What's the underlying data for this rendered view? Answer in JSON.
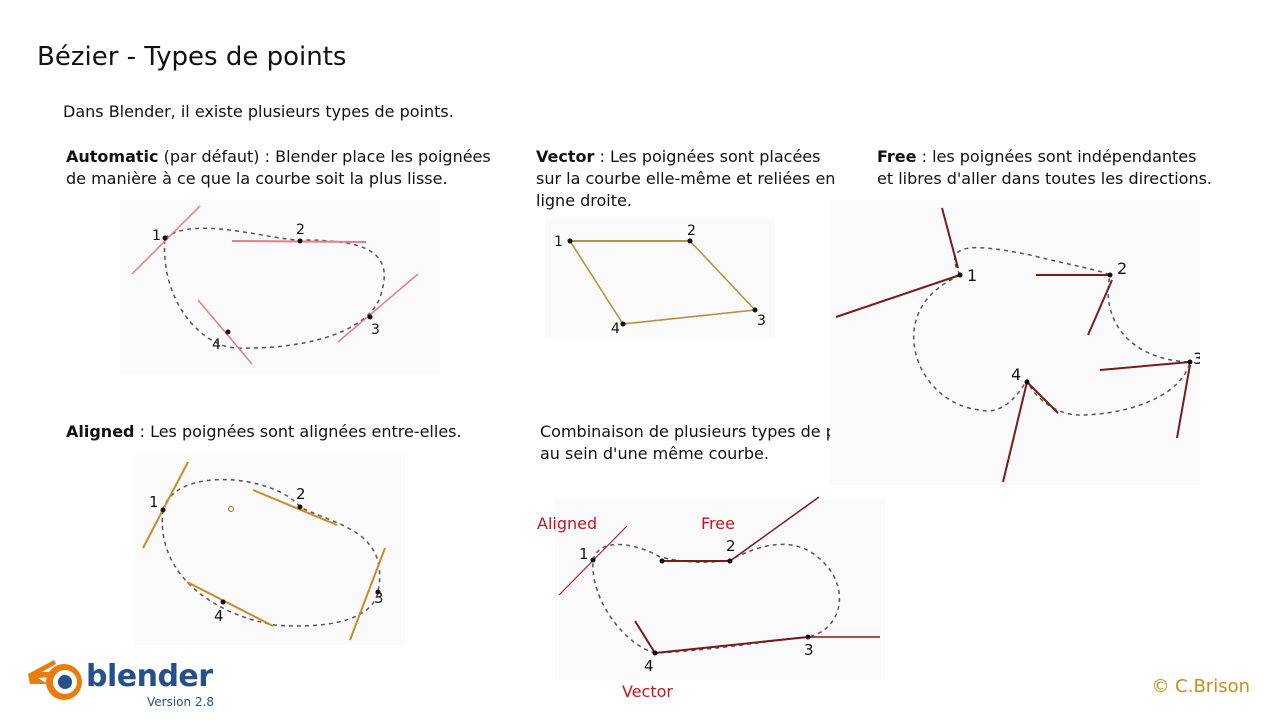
{
  "title": "Bézier - Types de points",
  "intro": "Dans Blender, il existe plusieurs types de points.",
  "automatic": {
    "name": "Automatic",
    "text_line1": " (par défaut) : Blender place les poignées",
    "text_line2": "de manière à ce que la courbe soit la plus lisse."
  },
  "vector": {
    "name": "Vector",
    "text_line1": " : Les poignées sont placées",
    "text_line2": "sur la courbe elle-même et reliées en",
    "text_line3": "ligne droite."
  },
  "free": {
    "name": "Free",
    "text_line1": " : les poignées sont indépendantes",
    "text_line2": "et libres d'aller dans toutes les directions."
  },
  "aligned": {
    "name": "Aligned",
    "text_line1": " : Les poignées sont alignées entre-elles."
  },
  "combo": {
    "text_line1": "Combinaison de plusieurs types de points",
    "text_line2": "au sein d'une même courbe.",
    "label_aligned": "Aligned",
    "label_free": "Free",
    "label_vector": "Vector"
  },
  "point_numbers": [
    "1",
    "2",
    "3",
    "4"
  ],
  "logo": {
    "brand": "blender",
    "version": "Version 2.8"
  },
  "copyright": "© C.Brison",
  "colors": {
    "accent_red": "#c8141e",
    "handle_pink": "#e87a8a",
    "handle_orange": "#c88a2a",
    "handle_darkred": "#7a1a1a",
    "brand_blue": "#24508c",
    "brand_orange": "#e87d0d"
  }
}
